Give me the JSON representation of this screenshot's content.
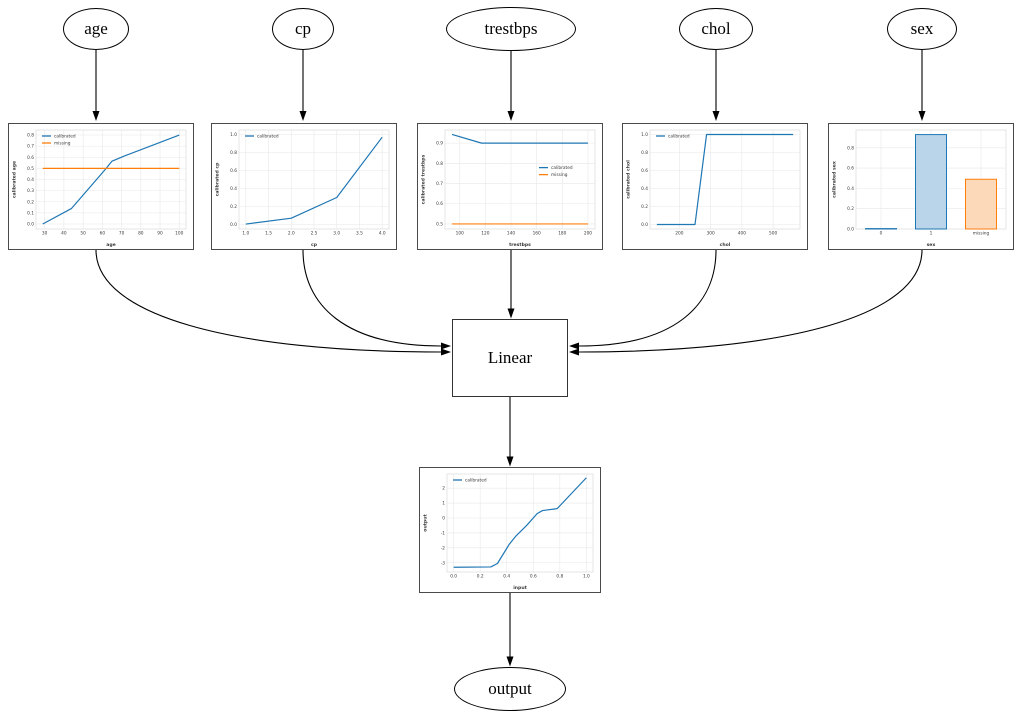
{
  "nodes": {
    "inputs": [
      {
        "label": "age"
      },
      {
        "label": "cp"
      },
      {
        "label": "trestbps"
      },
      {
        "label": "chol"
      },
      {
        "label": "sex"
      }
    ],
    "linear_label": "Linear",
    "output_label": "output"
  },
  "colors": {
    "calibrated_line": "#1f77b4",
    "missing_line": "#ff7f0e",
    "edge": "#000000",
    "plot_border": "#4a4a4a"
  },
  "chart_data": [
    {
      "name": "age-calibrator",
      "type": "line",
      "xlabel": "age",
      "ylabel": "calibrated age",
      "xlim": [
        25.5,
        103.5
      ],
      "ylim": [
        -0.045,
        0.845
      ],
      "xticks": [
        [
          30,
          "30"
        ],
        [
          40,
          "40"
        ],
        [
          50,
          "50"
        ],
        [
          60,
          "60"
        ],
        [
          70,
          "70"
        ],
        [
          80,
          "80"
        ],
        [
          90,
          "90"
        ],
        [
          100,
          "100"
        ]
      ],
      "yticks": [
        [
          0,
          "0.0"
        ],
        [
          0.1,
          "0.1"
        ],
        [
          0.2,
          "0.2"
        ],
        [
          0.3,
          "0.3"
        ],
        [
          0.4,
          "0.4"
        ],
        [
          0.5,
          "0.5"
        ],
        [
          0.6,
          "0.6"
        ],
        [
          0.7,
          "0.7"
        ],
        [
          0.8,
          "0.8"
        ]
      ],
      "legend": {
        "loc": "upper-left",
        "entries": [
          {
            "label": "calibrated",
            "color": "#1f77b4"
          },
          {
            "label": "missing",
            "color": "#ff7f0e"
          }
        ]
      },
      "series": [
        {
          "name": "calibrated",
          "color": "#1f77b4",
          "points": [
            [
              29,
              0.0
            ],
            [
              44,
              0.14
            ],
            [
              62,
              0.5
            ],
            [
              65,
              0.565
            ],
            [
              72,
              0.615
            ],
            [
              100,
              0.8
            ]
          ]
        },
        {
          "name": "missing",
          "color": "#ff7f0e",
          "points": [
            [
              29,
              0.5
            ],
            [
              100,
              0.5
            ]
          ]
        }
      ]
    },
    {
      "name": "cp-calibrator",
      "type": "line",
      "xlabel": "cp",
      "ylabel": "calibrated cp",
      "xlim": [
        0.85,
        4.15
      ],
      "ylim": [
        -0.05,
        1.05
      ],
      "xticks": [
        [
          1,
          "1.0"
        ],
        [
          1.5,
          "1.5"
        ],
        [
          2,
          "2.0"
        ],
        [
          2.5,
          "2.5"
        ],
        [
          3,
          "3.0"
        ],
        [
          3.5,
          "3.5"
        ],
        [
          4,
          "4.0"
        ]
      ],
      "yticks": [
        [
          0,
          "0.0"
        ],
        [
          0.2,
          "0.2"
        ],
        [
          0.4,
          "0.4"
        ],
        [
          0.6,
          "0.6"
        ],
        [
          0.8,
          "0.8"
        ],
        [
          1,
          "1.0"
        ]
      ],
      "legend": {
        "loc": "upper-left",
        "entries": [
          {
            "label": "calibrated",
            "color": "#1f77b4"
          }
        ]
      },
      "series": [
        {
          "name": "calibrated",
          "color": "#1f77b4",
          "points": [
            [
              1,
              0.005
            ],
            [
              2,
              0.07
            ],
            [
              3,
              0.3
            ],
            [
              4,
              0.97
            ]
          ]
        }
      ]
    },
    {
      "name": "trestbps-calibrator",
      "type": "line",
      "xlabel": "trestbps",
      "ylabel": "calibrated trestbps",
      "xlim": [
        88.5,
        205.5
      ],
      "ylim": [
        0.475,
        0.965
      ],
      "xticks": [
        [
          100,
          "100"
        ],
        [
          120,
          "120"
        ],
        [
          140,
          "140"
        ],
        [
          160,
          "160"
        ],
        [
          180,
          "180"
        ],
        [
          200,
          "200"
        ]
      ],
      "yticks": [
        [
          0.5,
          "0.5"
        ],
        [
          0.6,
          "0.6"
        ],
        [
          0.7,
          "0.7"
        ],
        [
          0.8,
          "0.8"
        ],
        [
          0.9,
          "0.9"
        ]
      ],
      "legend": {
        "loc": "center-right",
        "entries": [
          {
            "label": "calibrated",
            "color": "#1f77b4"
          },
          {
            "label": "missing",
            "color": "#ff7f0e"
          }
        ]
      },
      "series": [
        {
          "name": "calibrated",
          "color": "#1f77b4",
          "points": [
            [
              94,
              0.943
            ],
            [
              117,
              0.9
            ],
            [
              200,
              0.9
            ]
          ]
        },
        {
          "name": "missing",
          "color": "#ff7f0e",
          "points": [
            [
              94,
              0.5
            ],
            [
              200,
              0.5
            ]
          ]
        }
      ]
    },
    {
      "name": "chol-calibrator",
      "type": "line",
      "xlabel": "chol",
      "ylabel": "calibrated chol",
      "xlim": [
        106,
        586
      ],
      "ylim": [
        -0.05,
        1.05
      ],
      "xticks": [
        [
          200,
          "200"
        ],
        [
          300,
          "300"
        ],
        [
          400,
          "400"
        ],
        [
          500,
          "500"
        ]
      ],
      "yticks": [
        [
          0,
          "0.0"
        ],
        [
          0.2,
          "0.2"
        ],
        [
          0.4,
          "0.4"
        ],
        [
          0.6,
          "0.6"
        ],
        [
          0.8,
          "0.8"
        ],
        [
          1,
          "1.0"
        ]
      ],
      "legend": {
        "loc": "upper-left",
        "entries": [
          {
            "label": "calibrated",
            "color": "#1f77b4"
          }
        ]
      },
      "series": [
        {
          "name": "calibrated",
          "color": "#1f77b4",
          "points": [
            [
              128,
              0.0
            ],
            [
              250,
              0.0
            ],
            [
              287,
              1.0
            ],
            [
              564,
              1.0
            ]
          ]
        }
      ]
    },
    {
      "name": "sex-calibrator",
      "type": "bar",
      "xlabel": "sex",
      "ylabel": "calibrated sex",
      "ylim": [
        0,
        0.975
      ],
      "categories": [
        "0",
        "1",
        "missing"
      ],
      "values": [
        0.004,
        0.93,
        0.49
      ],
      "bar_colors": [
        {
          "fill": "#bad4ea",
          "stroke": "#1f77b4"
        },
        {
          "fill": "#bad4ea",
          "stroke": "#1f77b4"
        },
        {
          "fill": "#fcd9b8",
          "stroke": "#ff7f0e"
        }
      ],
      "yticks": [
        [
          0,
          "0.0"
        ],
        [
          0.2,
          "0.2"
        ],
        [
          0.4,
          "0.4"
        ],
        [
          0.6,
          "0.6"
        ],
        [
          0.8,
          "0.8"
        ]
      ]
    },
    {
      "name": "output-calibrator",
      "type": "line",
      "xlabel": "input",
      "ylabel": "output",
      "xlim": [
        -0.05,
        1.05
      ],
      "ylim": [
        -3.62,
        2.95
      ],
      "xticks": [
        [
          0,
          "0.0"
        ],
        [
          0.2,
          "0.2"
        ],
        [
          0.4,
          "0.4"
        ],
        [
          0.6,
          "0.6"
        ],
        [
          0.8,
          "0.8"
        ],
        [
          1,
          "1.0"
        ]
      ],
      "yticks": [
        [
          -3,
          "-3"
        ],
        [
          -2,
          "-2"
        ],
        [
          -1,
          "-1"
        ],
        [
          0,
          "0"
        ],
        [
          1,
          "1"
        ],
        [
          2,
          "2"
        ]
      ],
      "legend": {
        "loc": "upper-left",
        "entries": [
          {
            "label": "calibrated",
            "color": "#1f77b4"
          }
        ]
      },
      "series": [
        {
          "name": "calibrated",
          "color": "#1f77b4",
          "points": [
            [
              0,
              -3.3
            ],
            [
              0.28,
              -3.28
            ],
            [
              0.33,
              -3.05
            ],
            [
              0.42,
              -1.75
            ],
            [
              0.47,
              -1.2
            ],
            [
              0.55,
              -0.5
            ],
            [
              0.63,
              0.3
            ],
            [
              0.67,
              0.5
            ],
            [
              0.78,
              0.63
            ],
            [
              1.0,
              2.7
            ]
          ]
        }
      ]
    }
  ]
}
